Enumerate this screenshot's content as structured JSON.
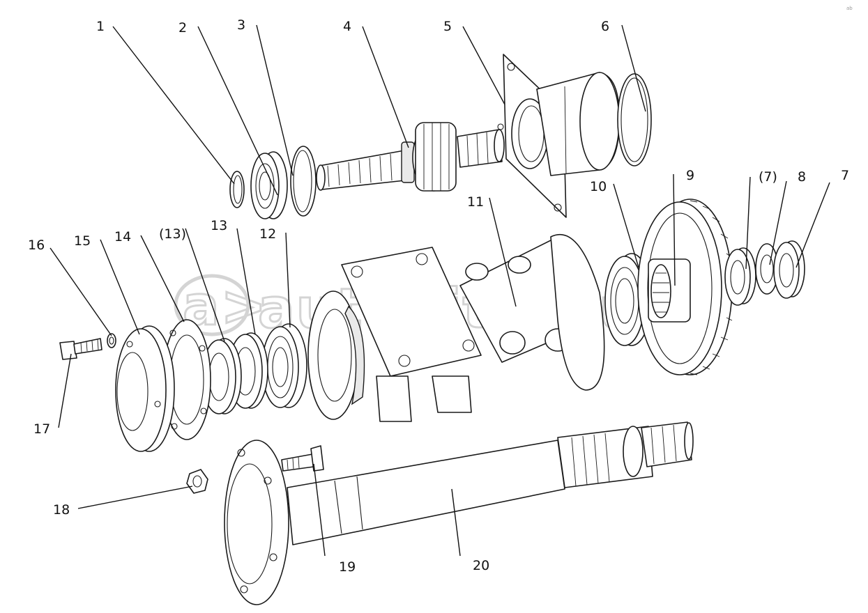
{
  "watermark": {
    "text": "autopiter.ru",
    "prefix": "a>"
  },
  "corner_mark": "ab",
  "callouts": [
    {
      "id": "c1",
      "label": "1"
    },
    {
      "id": "c2",
      "label": "2"
    },
    {
      "id": "c3",
      "label": "3"
    },
    {
      "id": "c4",
      "label": "4"
    },
    {
      "id": "c5",
      "label": "5"
    },
    {
      "id": "c6",
      "label": "6"
    },
    {
      "id": "c7",
      "label": "7"
    },
    {
      "id": "c7b",
      "label": "(7)"
    },
    {
      "id": "c8",
      "label": "8"
    },
    {
      "id": "c9",
      "label": "9"
    },
    {
      "id": "c10",
      "label": "10"
    },
    {
      "id": "c11",
      "label": "11"
    },
    {
      "id": "c12",
      "label": "12"
    },
    {
      "id": "c13",
      "label": "13"
    },
    {
      "id": "c13b",
      "label": "(13)"
    },
    {
      "id": "c14",
      "label": "14"
    },
    {
      "id": "c15",
      "label": "15"
    },
    {
      "id": "c16",
      "label": "16"
    },
    {
      "id": "c17",
      "label": "17"
    },
    {
      "id": "c18",
      "label": "18"
    },
    {
      "id": "c19",
      "label": "19"
    },
    {
      "id": "c20",
      "label": "20"
    }
  ]
}
